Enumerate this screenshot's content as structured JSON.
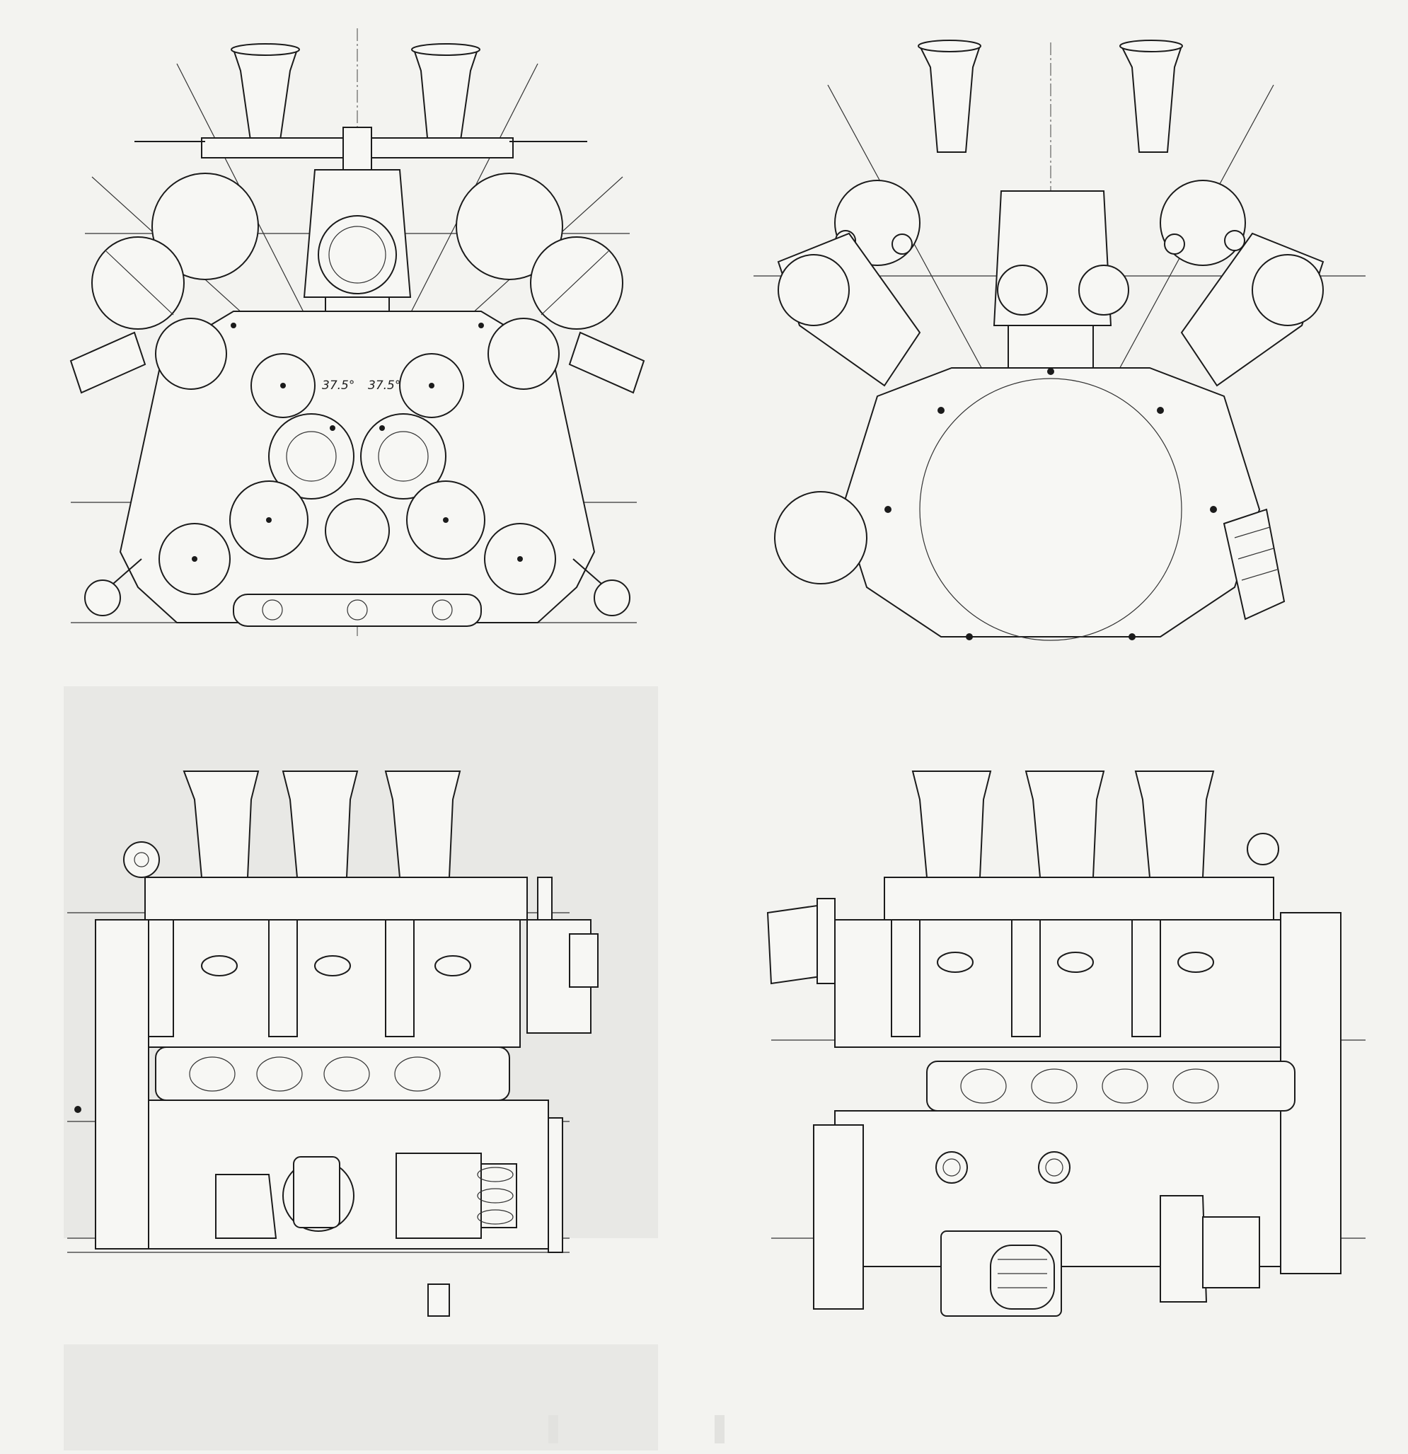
{
  "page": {
    "background": "#f3f3f0",
    "ink_color": "#1b1b1b"
  },
  "front_view_left": {
    "angle_label_left": "37.5°",
    "angle_label_right": "37.5°"
  },
  "figures": [
    {
      "id": "front-view-left",
      "label": ""
    },
    {
      "id": "rear-view-right",
      "label": ""
    },
    {
      "id": "side-view-left",
      "label": ""
    },
    {
      "id": "side-view-right",
      "label": ""
    }
  ]
}
